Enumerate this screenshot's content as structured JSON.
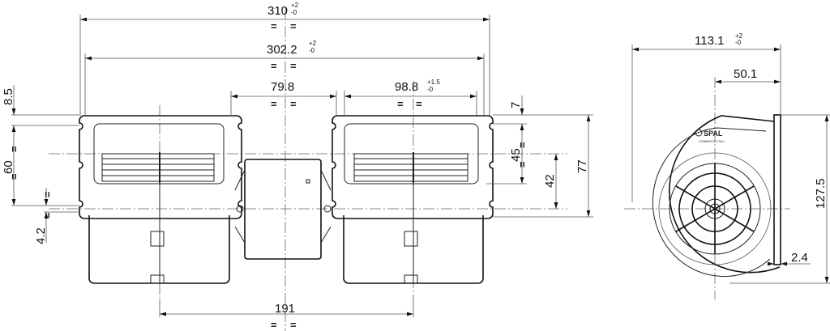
{
  "drawing": {
    "brand_logo": "SPAL",
    "brand_subtext": "COMMERCIO ITALY",
    "equal_mark": "=",
    "dimensions": {
      "overall_width": {
        "value": "310",
        "tol_plus": "+2",
        "tol_minus": "-0"
      },
      "flange_width": {
        "value": "302.2",
        "tol_plus": "+2",
        "tol_minus": "-0"
      },
      "motor_gap": {
        "value": "79.8"
      },
      "housing_width": {
        "value": "98.8",
        "tol_plus": "+1.5",
        "tol_minus": "-0"
      },
      "top_offset_left": {
        "value": "8.5"
      },
      "slot_pitch": {
        "value": "60"
      },
      "slot_width": {
        "value": "4.2"
      },
      "top_offset_right": {
        "value": "7"
      },
      "outlet_height": {
        "value": "45"
      },
      "center_to_slot": {
        "value": "42"
      },
      "flange_height": {
        "value": "77"
      },
      "impeller_spacing": {
        "value": "191"
      },
      "side_depth": {
        "value": "113.1",
        "tol_plus": "+2",
        "tol_minus": "-0"
      },
      "axis_to_flange": {
        "value": "50.1"
      },
      "side_height": {
        "value": "127.5"
      },
      "flange_thickness": {
        "value": "2.4"
      }
    }
  }
}
